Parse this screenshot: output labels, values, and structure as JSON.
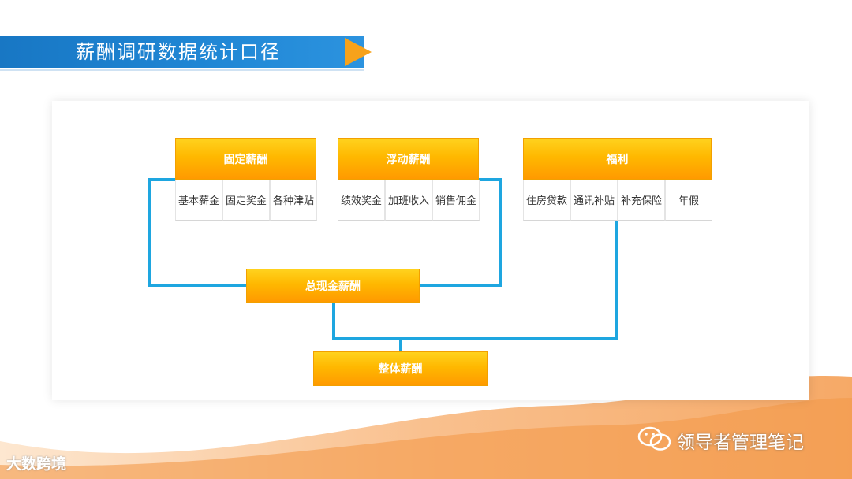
{
  "title": "薪酬调研数据统计口径",
  "groups": [
    {
      "label": "固定薪酬",
      "items": [
        "基本薪金",
        "固定奖金",
        "各种津贴"
      ]
    },
    {
      "label": "浮动薪酬",
      "items": [
        "绩效奖金",
        "加班收入",
        "销售佣金"
      ]
    },
    {
      "label": "福利",
      "items": [
        "住房贷款",
        "通讯补贴",
        "补充保险",
        "年假"
      ]
    }
  ],
  "total_cash": "总现金薪酬",
  "overall": "整体薪酬",
  "watermarks": {
    "left": "大数跨境",
    "right": "领导者管理笔记"
  },
  "colors": {
    "banner": "#1f86d4",
    "arrow": "#f7a21b",
    "box_orange": "#ffb800",
    "connector": "#1ea6e0",
    "wave": "#f6a55d"
  }
}
